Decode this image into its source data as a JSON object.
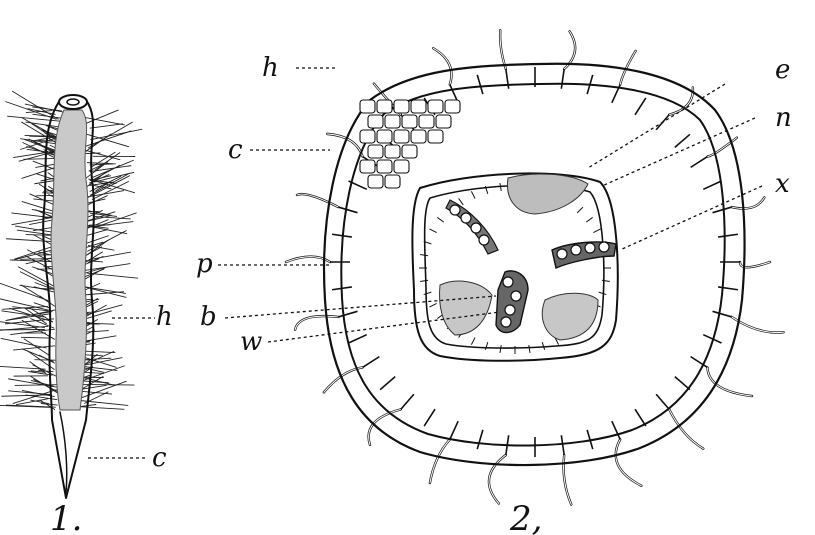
{
  "figure_1": {
    "number": "1.",
    "labels": {
      "h": "h",
      "c": "c"
    }
  },
  "figure_2": {
    "number": "2,",
    "labels": {
      "h": "h",
      "c": "c",
      "p": "p",
      "b": "b",
      "w": "w",
      "e": "e",
      "n": "n",
      "x": "x"
    }
  },
  "colors": {
    "ink": "#111111",
    "paper": "#ffffff",
    "tissue": "#bdbdbd"
  }
}
